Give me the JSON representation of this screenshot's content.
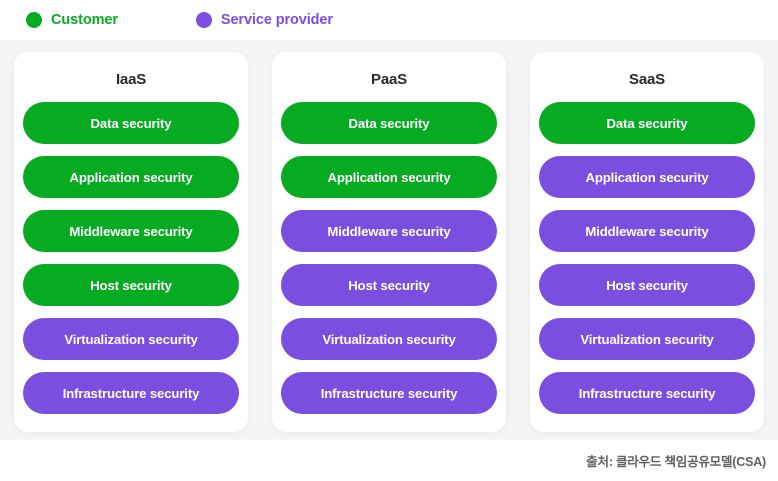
{
  "colors": {
    "customer": "#06AB21",
    "provider": "#7A4EDE",
    "panel_bg": "#F5F5F5",
    "card_bg": "#FFFFFF",
    "title_text": "#2B2B2B",
    "footer_text": "#606060",
    "pill_text": "#FFFFFF"
  },
  "legend": {
    "items": [
      {
        "label": "Customer",
        "role": "customer",
        "icon": "green-dot-icon"
      },
      {
        "label": "Service provider",
        "role": "provider",
        "icon": "purple-dot-icon"
      }
    ]
  },
  "layers": [
    "Data security",
    "Application security",
    "Middleware security",
    "Host security",
    "Virtualization security",
    "Infrastructure security"
  ],
  "cards": [
    {
      "title": "IaaS",
      "rows": [
        {
          "label": "Data security",
          "owner": "customer"
        },
        {
          "label": "Application security",
          "owner": "customer"
        },
        {
          "label": "Middleware security",
          "owner": "customer"
        },
        {
          "label": "Host security",
          "owner": "customer"
        },
        {
          "label": "Virtualization security",
          "owner": "provider"
        },
        {
          "label": "Infrastructure security",
          "owner": "provider"
        }
      ]
    },
    {
      "title": "PaaS",
      "rows": [
        {
          "label": "Data security",
          "owner": "customer"
        },
        {
          "label": "Application security",
          "owner": "customer"
        },
        {
          "label": "Middleware security",
          "owner": "provider"
        },
        {
          "label": "Host security",
          "owner": "provider"
        },
        {
          "label": "Virtualization security",
          "owner": "provider"
        },
        {
          "label": "Infrastructure security",
          "owner": "provider"
        }
      ]
    },
    {
      "title": "SaaS",
      "rows": [
        {
          "label": "Data security",
          "owner": "customer"
        },
        {
          "label": "Application security",
          "owner": "provider"
        },
        {
          "label": "Middleware security",
          "owner": "provider"
        },
        {
          "label": "Host security",
          "owner": "provider"
        },
        {
          "label": "Virtualization security",
          "owner": "provider"
        },
        {
          "label": "Infrastructure security",
          "owner": "provider"
        }
      ]
    }
  ],
  "footer": {
    "source": "출처: 클라우드 책임공유모델(CSA)"
  }
}
